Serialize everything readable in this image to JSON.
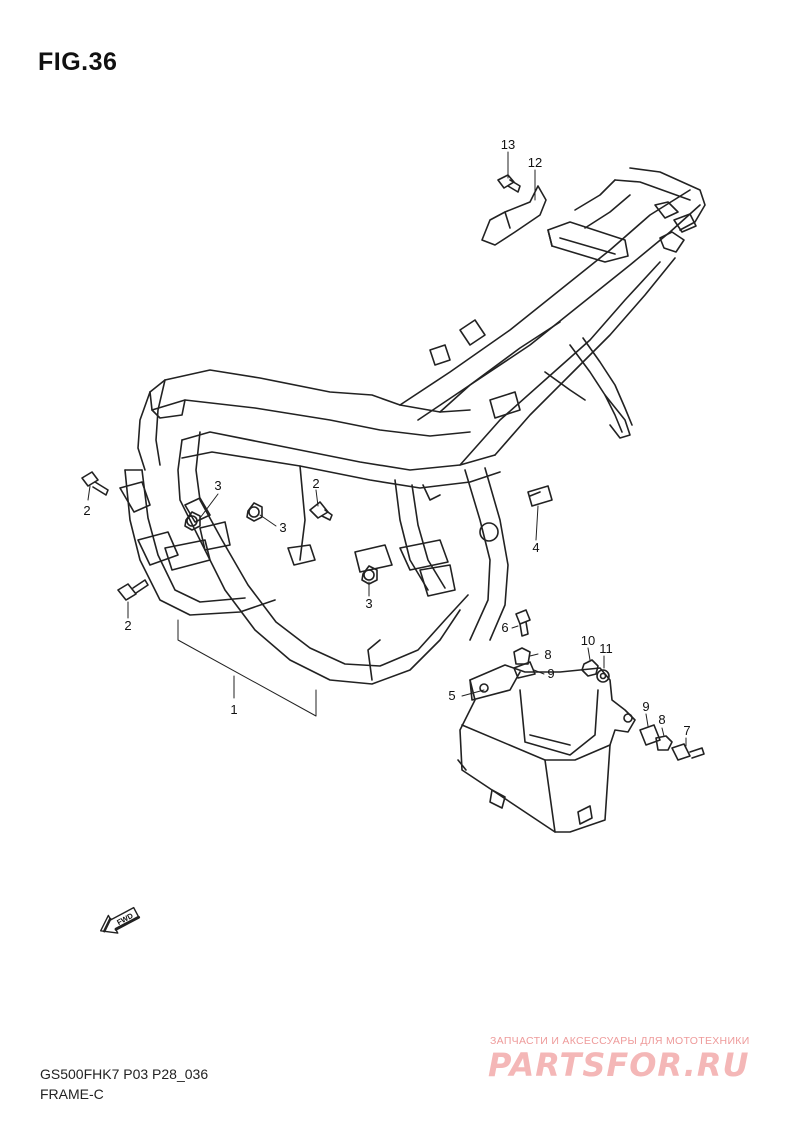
{
  "figure": {
    "title": "FIG.36"
  },
  "callouts": [
    {
      "id": "c13",
      "label": "13"
    },
    {
      "id": "c12",
      "label": "12"
    },
    {
      "id": "c2a",
      "label": "2"
    },
    {
      "id": "c3a",
      "label": "3"
    },
    {
      "id": "c2b",
      "label": "2"
    },
    {
      "id": "c3b",
      "label": "3"
    },
    {
      "id": "c4",
      "label": "4"
    },
    {
      "id": "c2c",
      "label": "2"
    },
    {
      "id": "c3c",
      "label": "3"
    },
    {
      "id": "c6",
      "label": "6"
    },
    {
      "id": "c8a",
      "label": "8"
    },
    {
      "id": "c10",
      "label": "10"
    },
    {
      "id": "c11",
      "label": "11"
    },
    {
      "id": "c9a",
      "label": "9"
    },
    {
      "id": "c5",
      "label": "5"
    },
    {
      "id": "c9b",
      "label": "9"
    },
    {
      "id": "c7",
      "label": "7"
    },
    {
      "id": "c8b",
      "label": "8"
    },
    {
      "id": "c1",
      "label": "1"
    }
  ],
  "fwd_arrow": {
    "label": "FWD",
    "icon": "fwd-arrow-icon"
  },
  "footer": {
    "code": "GS500FHK7 P03 P28_036",
    "name": "FRAME-C"
  },
  "watermark": {
    "tagline": "ЗАПЧАСТИ И АКСЕССУАРЫ ДЛЯ МОТОТЕХНИКИ",
    "logo": "PARTSFOR.RU",
    "color": "#f4b7b7"
  }
}
